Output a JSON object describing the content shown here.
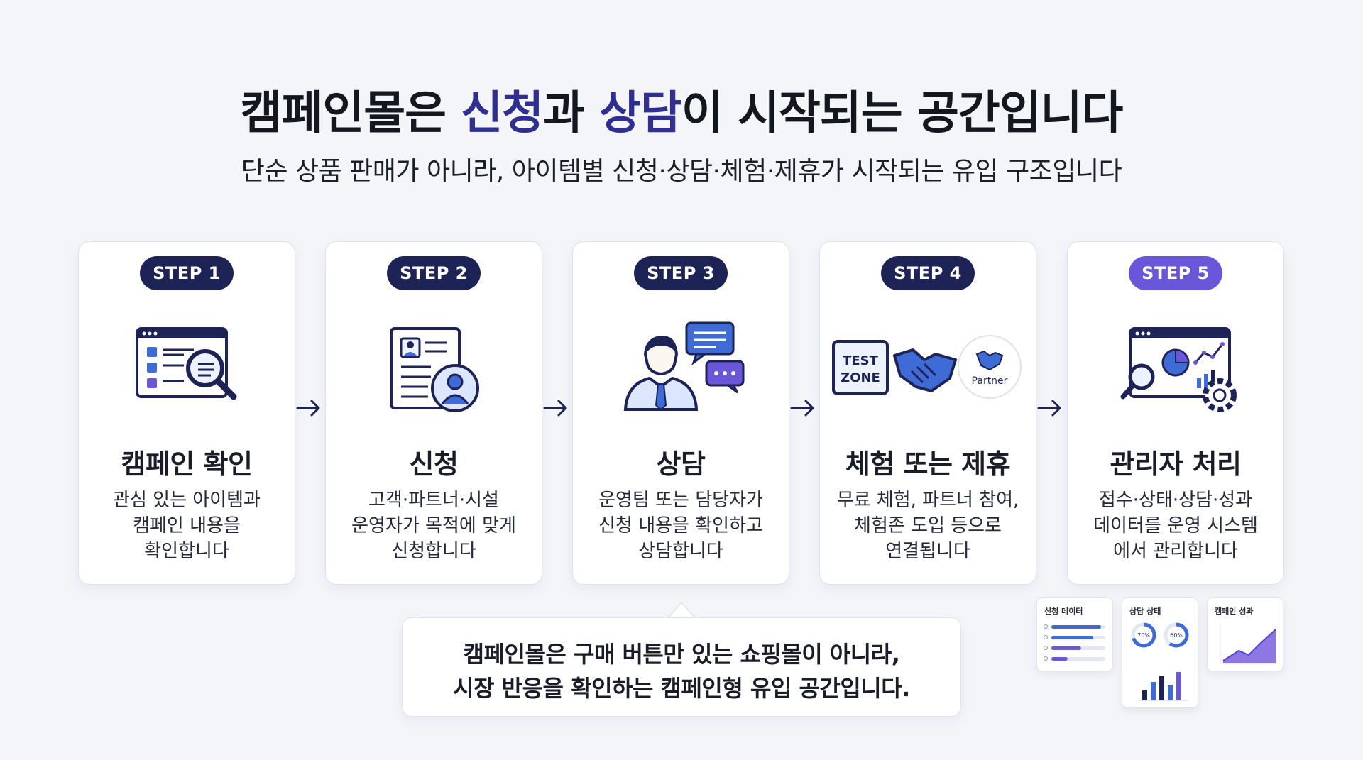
{
  "header": {
    "title_pre": "캠페인몰은 ",
    "title_hl1": "신청",
    "title_mid": "과 ",
    "title_hl2": "상담",
    "title_post": "이 시작되는 공간입니다",
    "subtitle": "단순 상품 판매가 아니라, 아이템별 신청·상담·체험·제휴가 시작되는 유입 구조입니다"
  },
  "steps": [
    {
      "badge": "STEP 1",
      "title": "캠페인 확인",
      "desc": [
        "관심 있는 아이템과",
        "캠페인 내용을",
        "확인합니다"
      ],
      "icon": "browser-search-icon"
    },
    {
      "badge": "STEP 2",
      "title": "신청",
      "desc": [
        "고객·파트너·시설",
        "운영자가 목적에 맞게",
        "신청합니다"
      ],
      "icon": "application-form-icon"
    },
    {
      "badge": "STEP 3",
      "title": "상담",
      "desc": [
        "운영팀 또는 담당자가",
        "신청 내용을 확인하고",
        "상담합니다"
      ],
      "icon": "consultant-chat-icon"
    },
    {
      "badge": "STEP 4",
      "title": "체험 또는 제휴",
      "desc": [
        "무료 체험, 파트너 참여,",
        "체험존 도입 등으로",
        "연결됩니다"
      ],
      "icon": "handshake-icon",
      "test_zone": "TEST ZONE",
      "partner": "Partner"
    },
    {
      "badge": "STEP 5",
      "title": "관리자 처리",
      "desc": [
        "접수·상태·상담·성과",
        "데이터를 운영 시스템",
        "에서 관리합니다"
      ],
      "icon": "admin-dashboard-icon"
    }
  ],
  "callout": {
    "line1": "캠페인몰은 구매 버튼만 있는 쇼핑몰이 아니라,",
    "line2": "시장 반응을 확인하는 캠페인형 유입 공간입니다."
  },
  "mini_cards": {
    "apply": {
      "title": "신청 데이터",
      "bars": [
        0.92,
        0.78,
        0.55,
        0.3
      ]
    },
    "consult": {
      "title": "상담 상태",
      "donut1": "70%",
      "donut2": "60%",
      "donut1_value": 0.7,
      "donut2_value": 0.6
    },
    "perf": {
      "title": "캠페인 성과"
    }
  },
  "colors": {
    "navy": "#1e2356",
    "purple": "#6a56d8",
    "highlight": "#2f2f8f"
  }
}
